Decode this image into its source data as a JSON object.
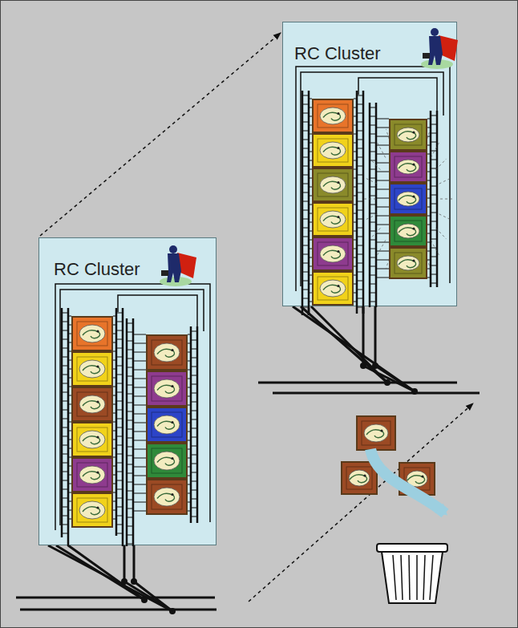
{
  "diagram": {
    "nodes": [
      {
        "text": [
          "RC Cluster"
        ]
      },
      {
        "text": [
          "RC Cluster"
        ]
      }
    ],
    "edges": [
      {
        "from": 1,
        "to": 0,
        "arrow": "to"
      }
    ]
  }
}
